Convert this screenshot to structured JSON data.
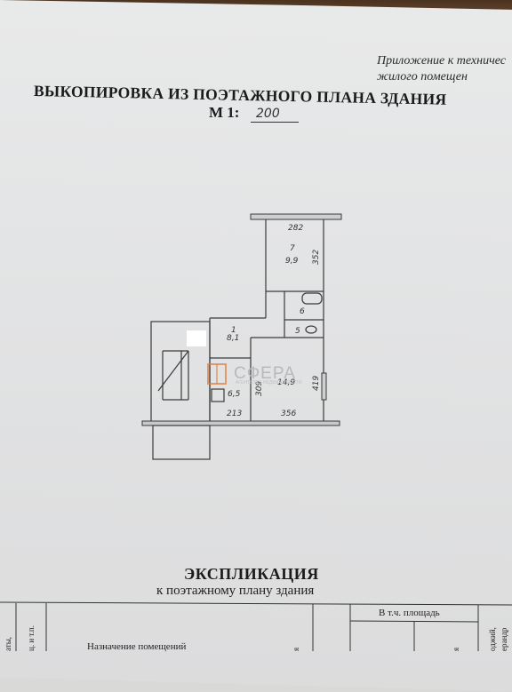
{
  "header": {
    "appendix_line1": "Приложение к техничес",
    "appendix_line2": "жилого помещен",
    "title": "ВЫКОПИРОВКА ИЗ ПОЭТАЖНОГО ПЛАНА ЗДАНИЯ",
    "scale_label": "М 1:",
    "scale_value": "200"
  },
  "plan": {
    "rooms": [
      {
        "number": "7",
        "area": "9,9"
      },
      {
        "number": "1",
        "area": "8,1"
      },
      {
        "number": "6",
        "area": ""
      },
      {
        "number": "5",
        "area": ""
      },
      {
        "number": "",
        "area": "14,9"
      },
      {
        "number": "",
        "area": "6,5"
      }
    ],
    "dimensions": [
      "282",
      "352",
      "309",
      "419",
      "213",
      "356"
    ]
  },
  "watermark": {
    "text": "СФЕРА",
    "subtext": "АГЕНТСТВО НЕДВИЖИМОСТИ"
  },
  "explication": {
    "title": "ЭКСПЛИКАЦИЯ",
    "subtitle": "к поэтажному плану здания",
    "group_header": "В т.ч. площадь",
    "column_heading": "Назначение помещений",
    "fragments": [
      "аты,",
      "ц. и т.п.",
      "я",
      "я",
      "оджий,",
      "ерандр"
    ]
  },
  "colors": {
    "paper": "#e4e5e6",
    "ink": "#1b1b1b",
    "line": "#3a3a3a",
    "watermark_accent": "#e07a3a"
  }
}
